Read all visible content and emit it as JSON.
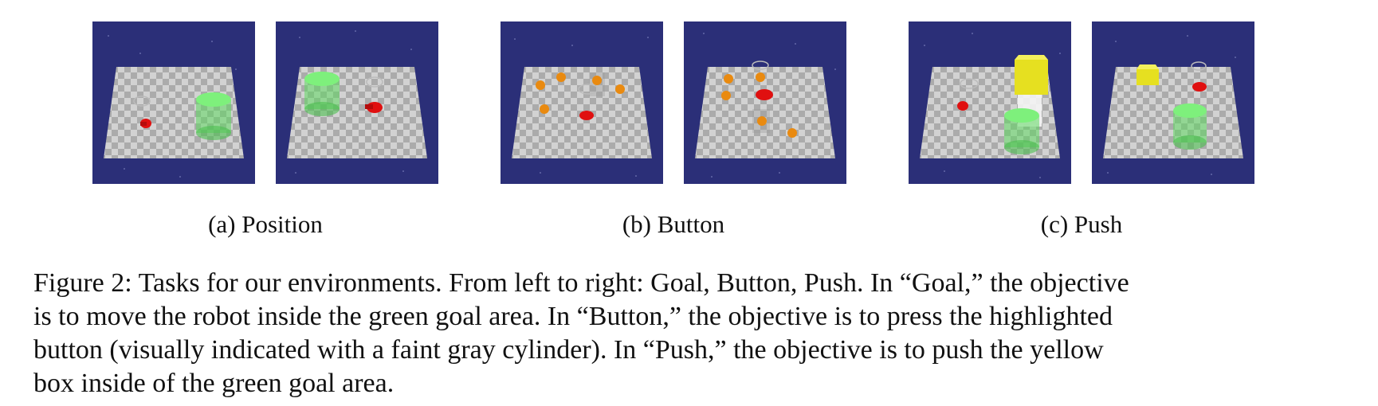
{
  "figure": {
    "subfigures": [
      {
        "label": "(a) Position",
        "task": "Goal",
        "panels": [
          {
            "content": "robot near goal cylinder, view 1"
          },
          {
            "content": "robot near goal cylinder, view 2"
          }
        ]
      },
      {
        "label": "(b) Button",
        "task": "Button",
        "panels": [
          {
            "content": "robot among orange buttons, view 1"
          },
          {
            "content": "robot among orange buttons, view 2"
          }
        ]
      },
      {
        "label": "(c) Push",
        "task": "Push",
        "panels": [
          {
            "content": "robot pushing yellow box toward goal, view 1"
          },
          {
            "content": "robot pushing yellow box toward goal, view 2"
          }
        ]
      }
    ],
    "caption_lines": [
      "Figure 2: Tasks for our environments. From left to right: Goal, Button, Push. In “Goal,” the objective",
      "is to move the robot inside the green goal area. In “Button,” the objective is to press the highlighted",
      "button (visually indicated with a faint gray cylinder). In “Push,” the objective is to push the yellow",
      "box inside of the green goal area."
    ]
  },
  "colors": {
    "sky": "#2b2f78",
    "floor_light": "#d0d0d0",
    "floor_dark": "#a9a9a9",
    "goal": "#5fd860",
    "robot": "#e01010",
    "button": "#e98a10",
    "box": "#e6e020"
  }
}
